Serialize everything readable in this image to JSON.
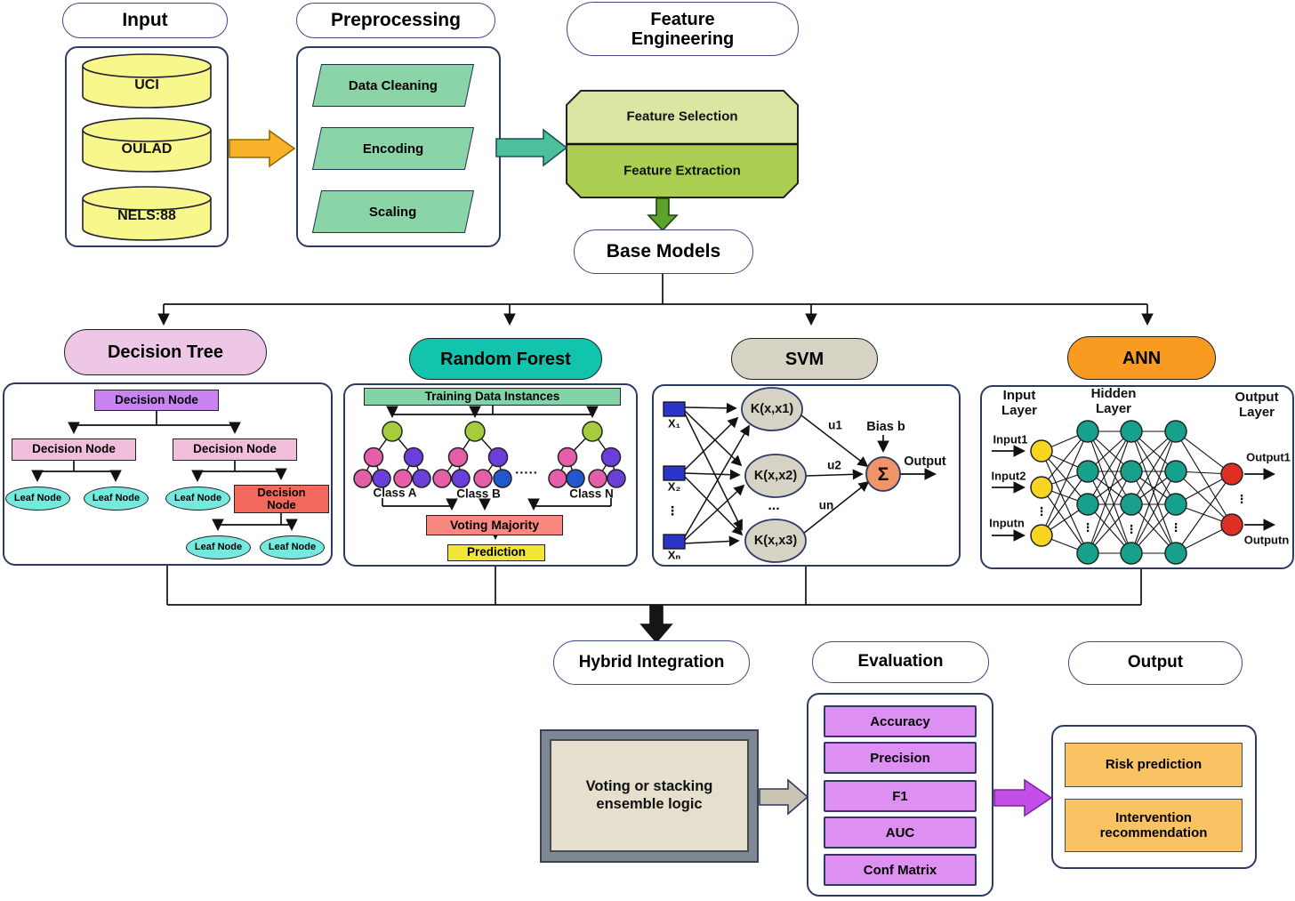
{
  "input": {
    "title": "Input",
    "datasets": [
      "UCI",
      "OULAD",
      "NELS:88"
    ]
  },
  "preprocessing": {
    "title": "Preprocessing",
    "steps": [
      "Data Cleaning",
      "Encoding",
      "Scaling"
    ]
  },
  "feature_engineering": {
    "title": "Feature Engineering",
    "selection": "Feature Selection",
    "extraction": "Feature Extraction"
  },
  "base_models": {
    "title": "Base Models"
  },
  "decision_tree": {
    "title": "Decision Tree",
    "decision_label": "Decision Node",
    "leaf_label": "Leaf Node"
  },
  "random_forest": {
    "title": "Random Forest",
    "header": "Training Data Instances",
    "class_a": "Class A",
    "class_b": "Class B",
    "class_n": "Class N",
    "dots": ".....",
    "voting": "Voting Majority",
    "prediction": "Prediction"
  },
  "svm": {
    "title": "SVM",
    "x1": "X₁",
    "x2": "X₂",
    "xn": "Xₙ",
    "vdots": "⋮",
    "k1": "K(x,x1)",
    "k2": "K(x,x2)",
    "k3": "K(x,x3)",
    "hdots": "...",
    "u1": "u1",
    "u2": "u2",
    "un": "un",
    "bias": "Bias b",
    "sigma": "Σ",
    "output_label": "Output"
  },
  "ann": {
    "title": "ANN",
    "input_layer": "Input Layer",
    "hidden_layer": "Hidden Layer",
    "output_layer": "Output Layer",
    "input1": "Input1",
    "input2": "Input2",
    "inputn": "Inputn",
    "output1": "Output1",
    "outputn": "Outputn",
    "vdots": "⋮"
  },
  "hybrid": {
    "title": "Hybrid Integration",
    "ensemble_label": "Voting or stacking ensemble logic"
  },
  "evaluation": {
    "title": "Evaluation",
    "metrics": [
      "Accuracy",
      "Precision",
      "F1",
      "AUC",
      "Conf Matrix"
    ]
  },
  "output": {
    "title": "Output",
    "items": [
      "Risk prediction",
      "Intervention recommendation"
    ]
  },
  "colors": {
    "cylinder_yellow": "#f8f78c",
    "preprocess_green": "#8bd4a8",
    "feature_light": "#d9e7a3",
    "feature_dark": "#abce52",
    "dt_pink": "#efc7e6",
    "rf_teal": "#12c3ad",
    "svm_tan": "#d6d2c4",
    "ann_orange": "#f89b20",
    "node_purple": "#c983f2",
    "node_pink": "#f0bedb",
    "node_red": "#f2695c",
    "leaf_cyan": "#73eadd",
    "vote_salmon": "#f9897e",
    "prediction_yellow": "#f0e636",
    "tree_root_green": "#a6cb3b",
    "tree_pink": "#e45fa8",
    "tree_violet": "#6a3ed8",
    "tree_blue": "#2456cd",
    "svm_input_blue": "#2b35c9",
    "sigma_orange": "#f0946a",
    "ann_yellow": "#f7d623",
    "ann_teal": "#17a18d",
    "ann_red": "#df2f24",
    "eval_purple": "#dd8ff2",
    "output_orange": "#f9c262",
    "arrow_orange": "#f9b12c",
    "arrow_teal": "#4cc09b",
    "arrow_green": "#5ba32c",
    "arrow_gray": "#cbc3b1",
    "arrow_purple": "#c44fe8",
    "panel_border": "#2e3a66"
  }
}
